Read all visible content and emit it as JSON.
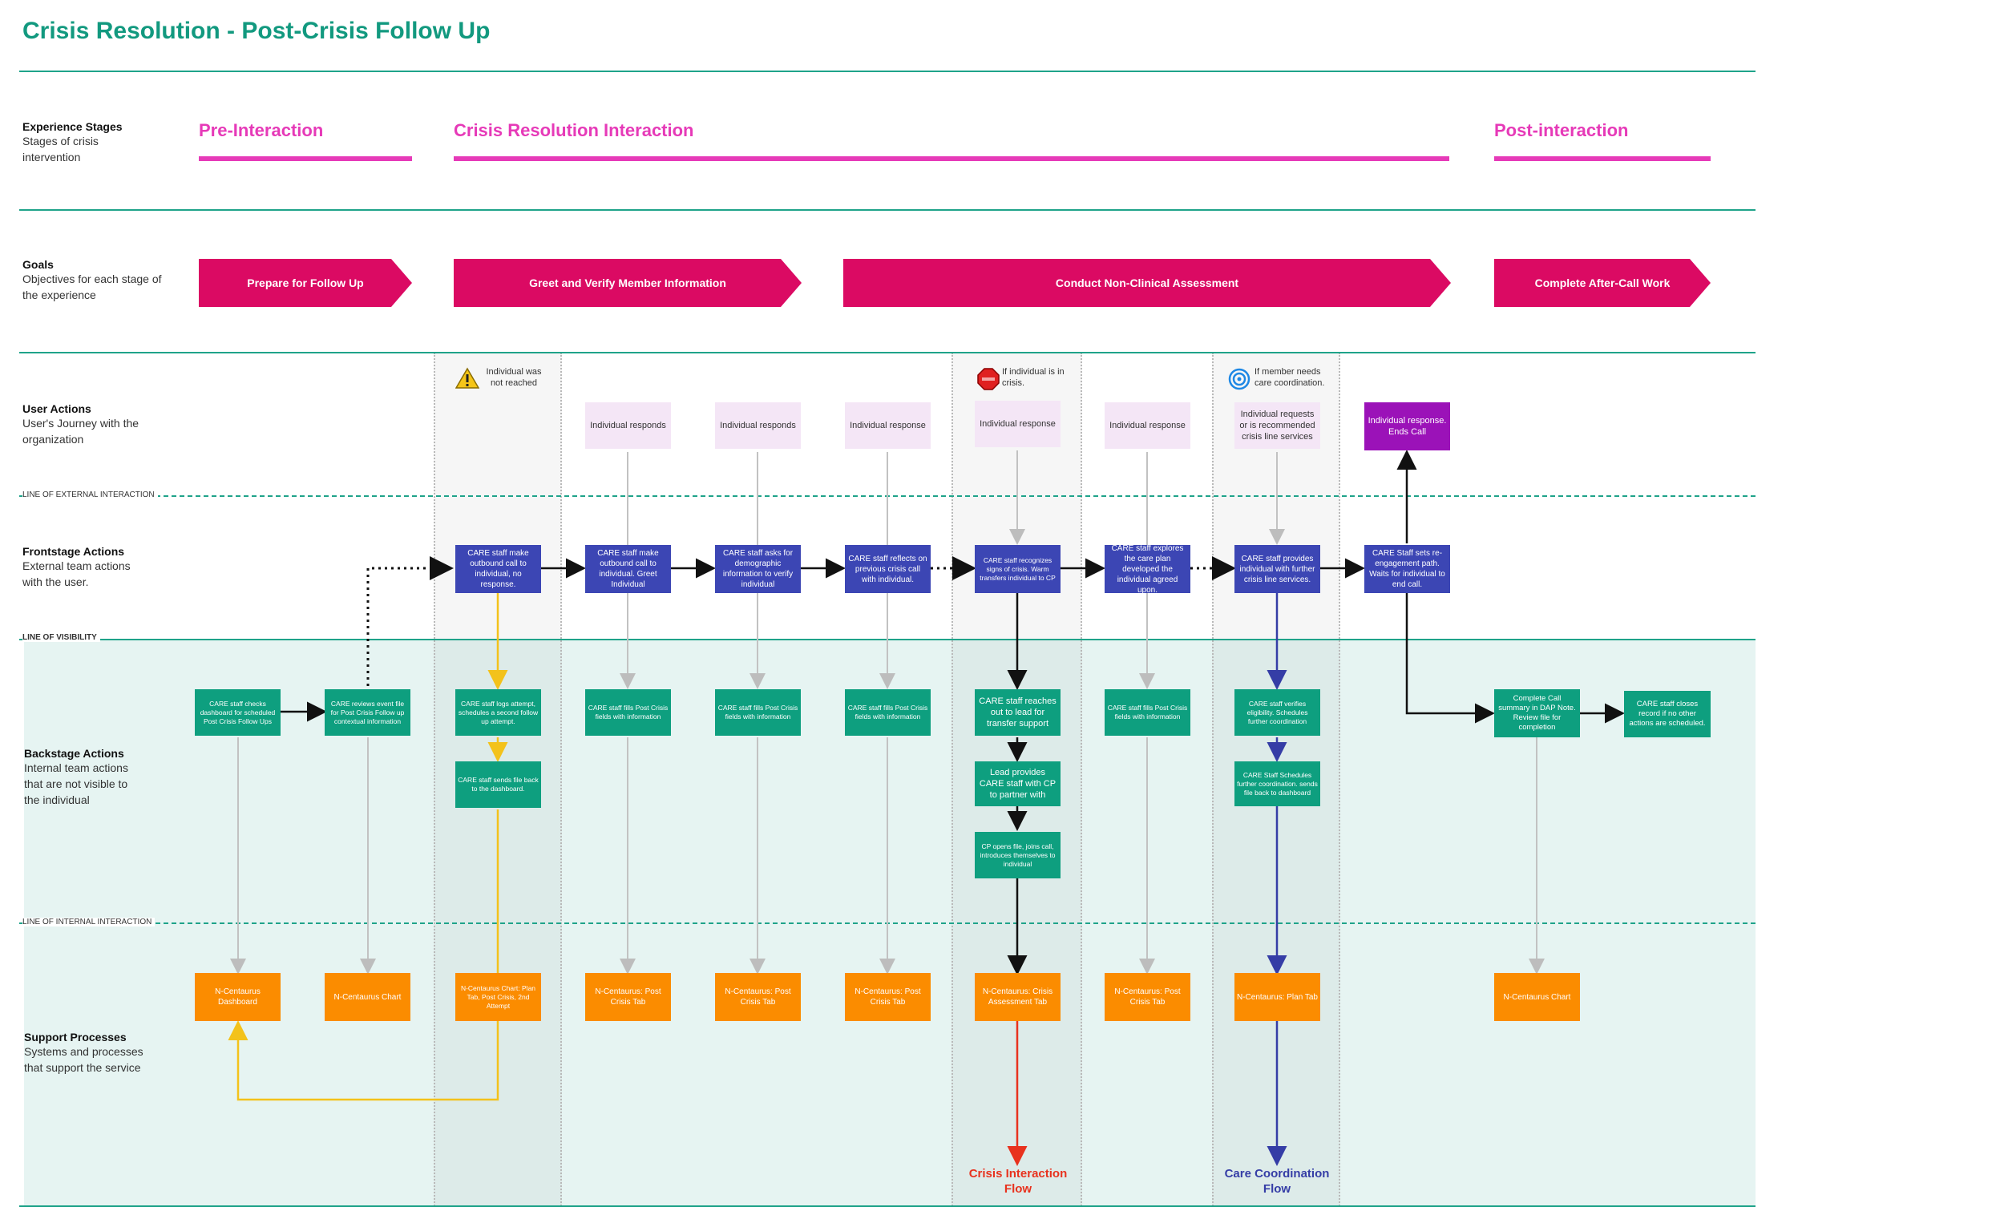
{
  "title": "Crisis Resolution - Post-Crisis Follow Up",
  "rows": {
    "stages": {
      "title": "Experience Stages",
      "desc": "Stages of crisis intervention"
    },
    "goals": {
      "title": "Goals",
      "desc": "Objectives for each stage of the experience"
    },
    "user": {
      "title": "User Actions",
      "desc": "User's Journey with the organization"
    },
    "front": {
      "title": "Frontstage Actions",
      "desc": "External team actions with the user."
    },
    "back": {
      "title": "Backstage Actions",
      "desc": "Internal team actions that are not visible to the individual"
    },
    "support": {
      "title": "Support Processes",
      "desc": "Systems and processes that support the service"
    }
  },
  "lines": {
    "external": "LINE OF EXTERNAL INTERACTION",
    "visibility": "LINE OF VISIBILITY",
    "internal": "LINE OF INTERNAL INTERACTION"
  },
  "stages": [
    "Pre-Interaction",
    "Crisis Resolution Interaction",
    "Post-interaction"
  ],
  "goals": [
    "Prepare for Follow Up",
    "Greet and Verify Member Information",
    "Conduct Non-Clinical Assessment",
    "Complete After-Call Work"
  ],
  "notes": {
    "not_reached": "Individual was not reached",
    "in_crisis": "If individual is in crisis.",
    "care_coord": "If member needs care coordination."
  },
  "user_actions": [
    "Individual responds",
    "Individual responds",
    "Individual response",
    "Individual response",
    "Individual response",
    "Individual requests or is recommended crisis line services",
    "Individual response. Ends Call"
  ],
  "frontstage": [
    "CARE staff make outbound call to individual, no response.",
    "CARE staff make outbound call to individual. Greet Individual",
    "CARE staff asks for demographic information to verify individual",
    "CARE staff reflects on previous crisis call with individual.",
    "CARE staff recognizes signs of crisis. Warm transfers individual to CP",
    "CARE staff explores the care plan developed the individual agreed upon.",
    "CARE staff provides individual with further crisis line services.",
    "CARE Staff sets re-engagement path. Waits for individual to end call."
  ],
  "backstage": [
    "CARE staff checks dashboard for scheduled Post Crisis Follow Ups",
    "CARE reviews event file for Post Crisis Follow up contextual information",
    "CARE staff logs attempt, schedules a second follow up attempt.",
    "CARE staff sends file back to the dashboard.",
    "CARE staff fills Post Crisis fields with information",
    "CARE staff fills Post Crisis fields with information",
    "CARE staff fills Post Crisis fields with information",
    "CARE staff reaches out to lead for transfer support",
    "Lead provides CARE staff with CP to partner with",
    "CP opens file, joins call, introduces themselves to individual",
    "CARE staff fills Post Crisis fields with information",
    "CARE staff verifies eligibility. Schedules further coordination",
    "CARE Staff Schedules further coordination. sends file back to dashboard",
    "Complete Call summary in DAP Note. Review file for completion",
    "CARE staff closes record if no other actions are scheduled."
  ],
  "support": [
    "N-Centaurus Dashboard",
    "N-Centaurus Chart",
    "N-Centaurus Chart: Plan Tab, Post Crisis, 2nd Attempt",
    "N-Centaurus: Post Crisis Tab",
    "N-Centaurus: Post Crisis Tab",
    "N-Centaurus: Post Crisis Tab",
    "N-Centaurus: Crisis Assessment Tab",
    "N-Centaurus: Post Crisis Tab",
    "N-Centaurus: Plan Tab",
    "N-Centaurus Chart"
  ],
  "flows": {
    "crisis": "Crisis Interaction Flow",
    "care": "Care Coordination Flow"
  },
  "icons": {
    "warning": "warning-icon",
    "stop": "stop-sign-icon",
    "spiral": "spiral-icon"
  },
  "colors": {
    "teal": "#1fa38a",
    "magenta": "#e63ab8",
    "goal": "#db0a63",
    "frontstage": "#3c46b4",
    "backstage": "#0e9f7f",
    "support": "#fb8c00",
    "user_dark": "#9b12b8"
  }
}
